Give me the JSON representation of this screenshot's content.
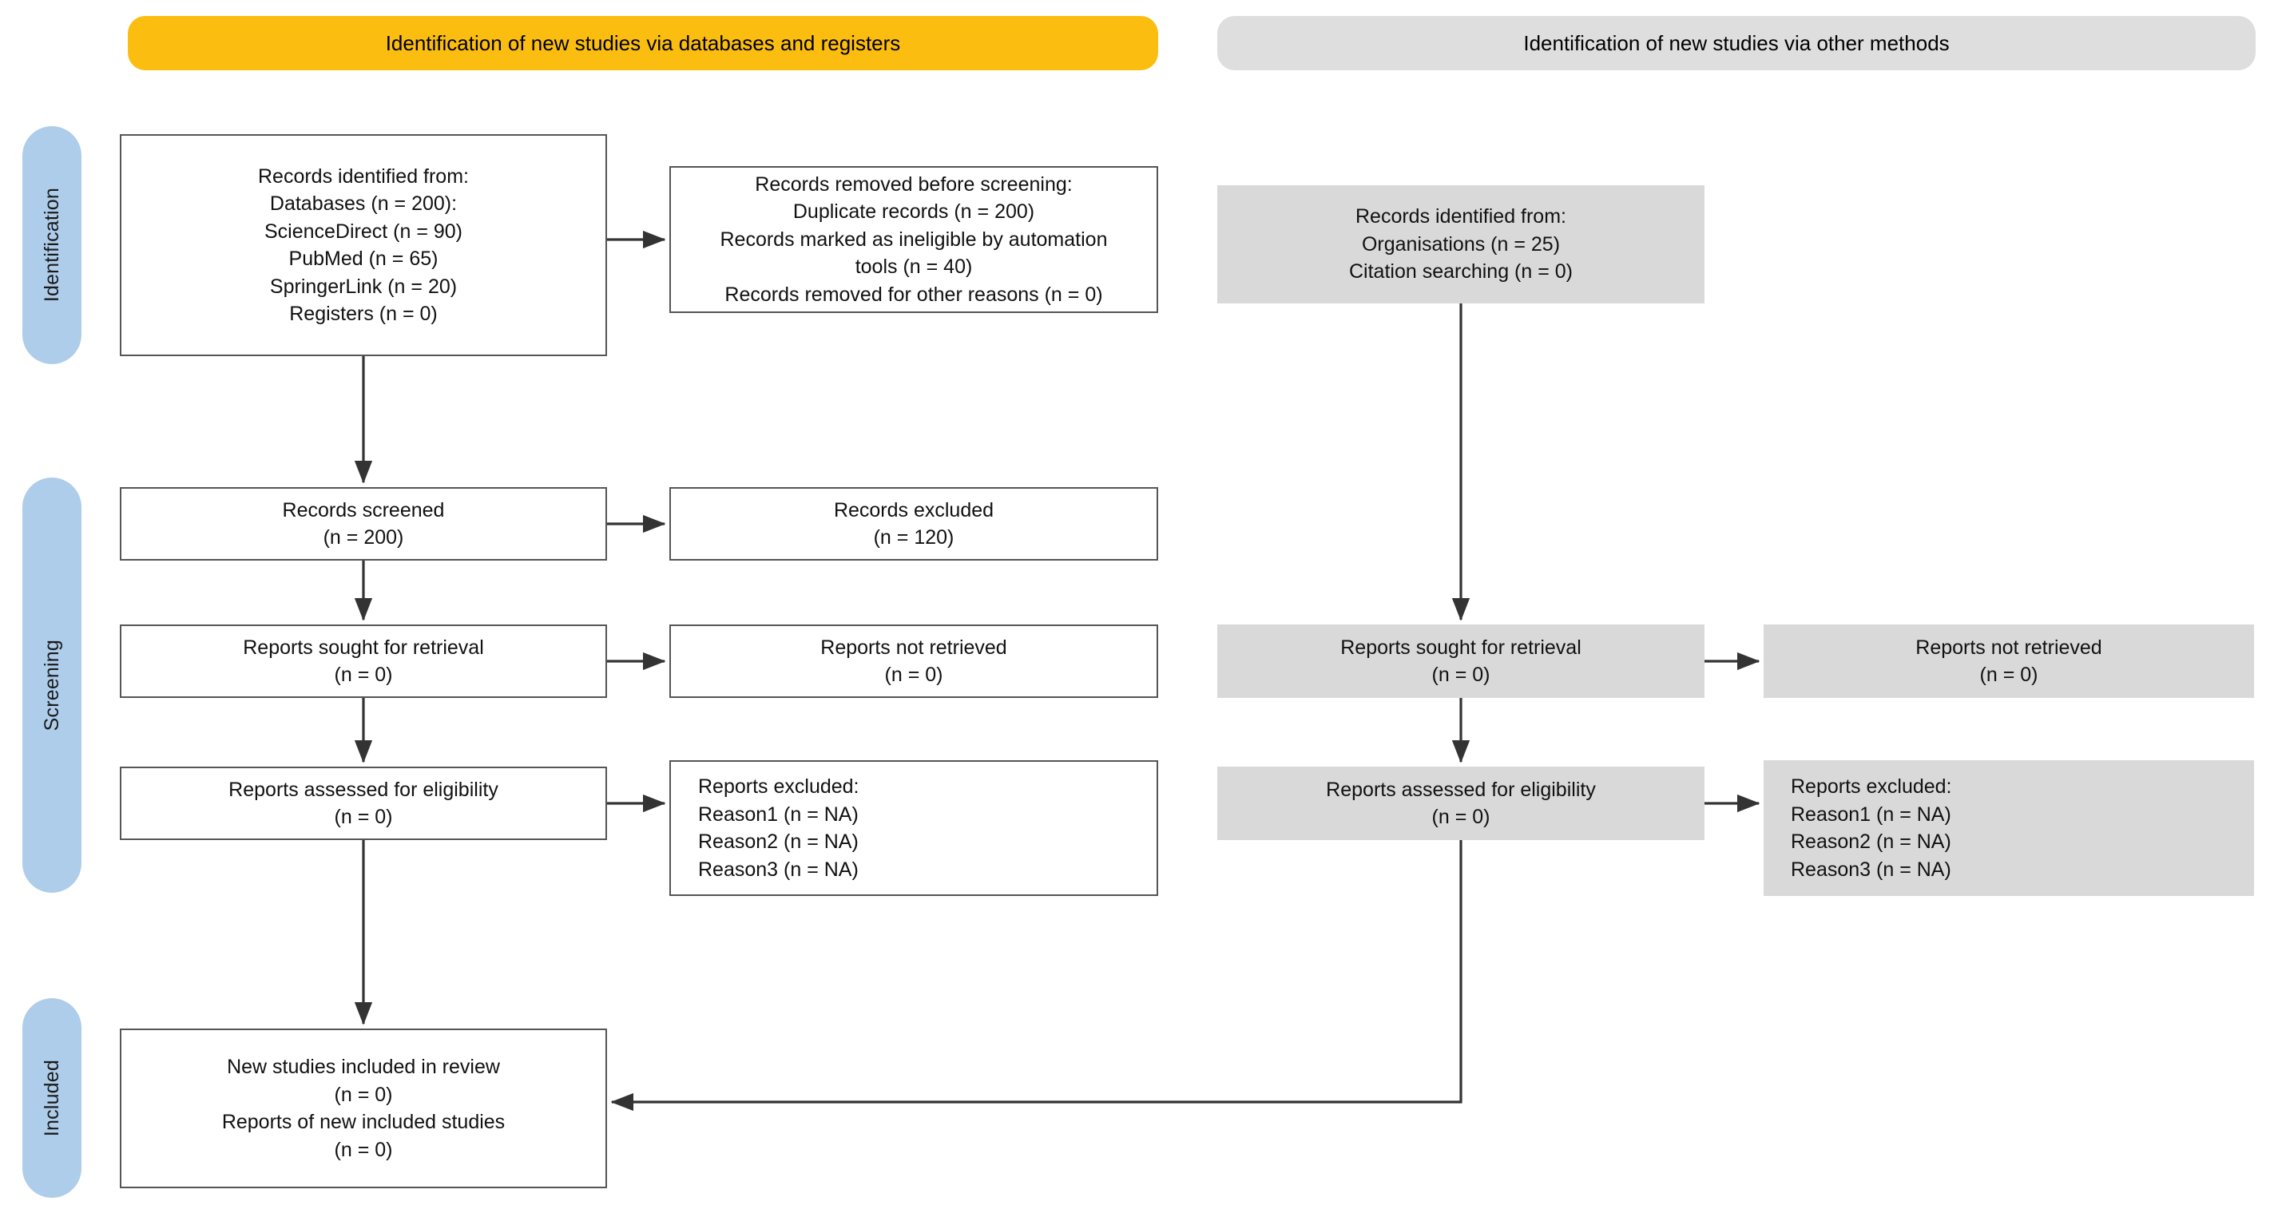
{
  "headers": {
    "databases": "Identification of new studies via databases and registers",
    "other": "Identification of new studies via other methods"
  },
  "stages": {
    "identification": "Identification",
    "screening": "Screening",
    "included": "Included"
  },
  "colors": {
    "header_databases": "#FBBE10",
    "header_other": "#DEDEDE",
    "stage_pill": "#AECDEA",
    "grey_box": "#D9D9D9",
    "box_border": "#555555",
    "connector": "#333333"
  },
  "databases_column": {
    "identified": {
      "l1": "Records identified from:",
      "l2": "Databases (n = 200):",
      "l3": "ScienceDirect (n = 90)",
      "l4": "PubMed (n = 65)",
      "l5": "SpringerLink (n = 20)",
      "l6": "Registers (n = 0)"
    },
    "removed": {
      "l1": "Records removed before screening:",
      "l2": "Duplicate records (n = 200)",
      "l3": "Records marked as ineligible by automation",
      "l4": "tools (n = 40)",
      "l5": "Records removed for other reasons (n = 0)"
    },
    "screened": {
      "l1": "Records screened",
      "l2": "(n = 200)"
    },
    "excluded": {
      "l1": "Records excluded",
      "l2": "(n = 120)"
    },
    "sought": {
      "l1": "Reports sought for retrieval",
      "l2": "(n = 0)"
    },
    "not_retrieved": {
      "l1": "Reports not retrieved",
      "l2": "(n = 0)"
    },
    "eligibility": {
      "l1": "Reports assessed for eligibility",
      "l2": "(n = 0)"
    },
    "reports_excluded": {
      "l1": "Reports excluded:",
      "l2": "Reason1 (n = NA)",
      "l3": "Reason2 (n = NA)",
      "l4": "Reason3 (n = NA)"
    },
    "included": {
      "l1": "New studies included in review",
      "l2": "(n = 0)",
      "l3": "Reports of new included studies",
      "l4": "(n = 0)"
    }
  },
  "other_column": {
    "identified": {
      "l1": "Records identified from:",
      "l2": "Organisations (n = 25)",
      "l3": "Citation searching (n = 0)"
    },
    "sought": {
      "l1": "Reports sought for retrieval",
      "l2": "(n = 0)"
    },
    "not_retrieved": {
      "l1": "Reports not retrieved",
      "l2": "(n = 0)"
    },
    "eligibility": {
      "l1": "Reports assessed for eligibility",
      "l2": "(n = 0)"
    },
    "reports_excluded": {
      "l1": "Reports excluded:",
      "l2": "Reason1 (n = NA)",
      "l3": "Reason2 (n = NA)",
      "l4": "Reason3 (n = NA)"
    }
  }
}
